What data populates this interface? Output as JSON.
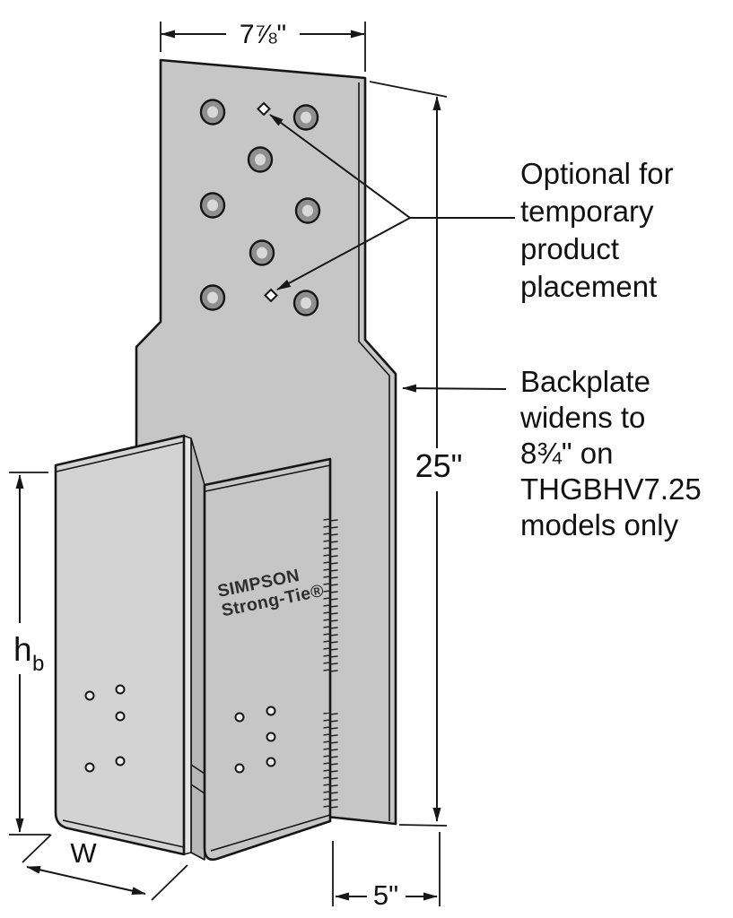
{
  "dimensions": {
    "top_width": "7⅞\"",
    "overall_height": "25\"",
    "joist_height_main": "h",
    "joist_height_sub": "b",
    "width_label": "W",
    "seat_depth": "5\""
  },
  "callouts": {
    "optional_lines": [
      "Optional for",
      "temporary",
      "product",
      "placement"
    ],
    "backplate_lines": [
      "Backplate",
      "widens to",
      "8¾\" on",
      "THGBHV7.25",
      "models only"
    ]
  },
  "branding": {
    "line1": "SIMPSON",
    "line2": "Strong-Tie®"
  },
  "colors": {
    "steel_mid": "#c6c6c6",
    "steel_light": "#d3d3d3",
    "steel_dark": "#b7b7b7",
    "steel_edge": "#e4e4e4",
    "hole_ring": "#8f8f8f",
    "hole_center": "#d8d8d8",
    "outline": "#161616",
    "ink": "#111111",
    "background": "#ffffff"
  }
}
